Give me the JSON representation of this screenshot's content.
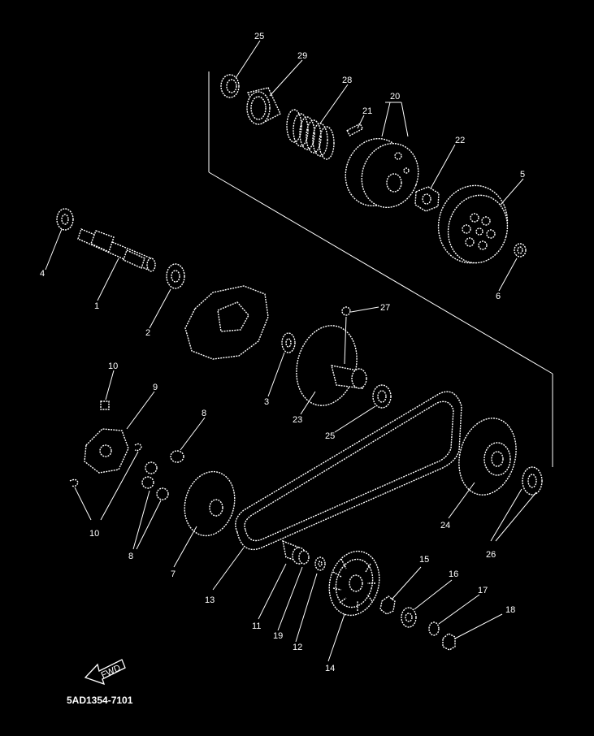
{
  "diagram": {
    "drawing_code": "5AD1354-7101",
    "fwd_label": "FWD",
    "callouts": [
      {
        "id": "c25a",
        "text": "25"
      },
      {
        "id": "c29",
        "text": "29"
      },
      {
        "id": "c28",
        "text": "28"
      },
      {
        "id": "c21",
        "text": "21"
      },
      {
        "id": "c20",
        "text": "20"
      },
      {
        "id": "c22",
        "text": "22"
      },
      {
        "id": "c5",
        "text": "5"
      },
      {
        "id": "c6",
        "text": "6"
      },
      {
        "id": "c4",
        "text": "4"
      },
      {
        "id": "c1",
        "text": "1"
      },
      {
        "id": "c2",
        "text": "2"
      },
      {
        "id": "c27",
        "text": "27"
      },
      {
        "id": "c3",
        "text": "3"
      },
      {
        "id": "c23",
        "text": "23"
      },
      {
        "id": "c25b",
        "text": "25"
      },
      {
        "id": "c10a",
        "text": "10"
      },
      {
        "id": "c9",
        "text": "9"
      },
      {
        "id": "c8a",
        "text": "8"
      },
      {
        "id": "c10b",
        "text": "10"
      },
      {
        "id": "c8b",
        "text": "8"
      },
      {
        "id": "c7",
        "text": "7"
      },
      {
        "id": "c13",
        "text": "13"
      },
      {
        "id": "c24",
        "text": "24"
      },
      {
        "id": "c26",
        "text": "26"
      },
      {
        "id": "c15",
        "text": "15"
      },
      {
        "id": "c16",
        "text": "16"
      },
      {
        "id": "c17",
        "text": "17"
      },
      {
        "id": "c18",
        "text": "18"
      },
      {
        "id": "c11",
        "text": "11"
      },
      {
        "id": "c19",
        "text": "19"
      },
      {
        "id": "c12",
        "text": "12"
      },
      {
        "id": "c14",
        "text": "14"
      }
    ]
  }
}
